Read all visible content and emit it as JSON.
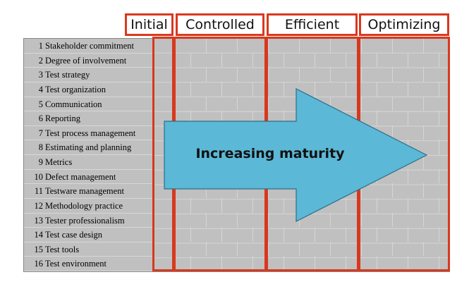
{
  "levels": [
    {
      "id": "initial",
      "label": "Initial"
    },
    {
      "id": "controlled",
      "label": "Controlled"
    },
    {
      "id": "efficient",
      "label": "Efficient"
    },
    {
      "id": "optimizing",
      "label": "Optimizing"
    }
  ],
  "key_areas": [
    {
      "num": "1",
      "label": "Stakeholder commitment"
    },
    {
      "num": "2",
      "label": "Degree of involvement"
    },
    {
      "num": "3",
      "label": "Test strategy"
    },
    {
      "num": "4",
      "label": "Test organization"
    },
    {
      "num": "5",
      "label": "Communication"
    },
    {
      "num": "6",
      "label": "Reporting"
    },
    {
      "num": "7",
      "label": "Test process management"
    },
    {
      "num": "8",
      "label": "Estimating and planning"
    },
    {
      "num": "9",
      "label": "Metrics"
    },
    {
      "num": "10",
      "label": "Defect management"
    },
    {
      "num": "11",
      "label": "Testware management"
    },
    {
      "num": "12",
      "label": "Methodology practice"
    },
    {
      "num": "13",
      "label": "Tester professionalism"
    },
    {
      "num": "14",
      "label": "Test case design"
    },
    {
      "num": "15",
      "label": "Test tools"
    },
    {
      "num": "16",
      "label": "Test environment"
    }
  ],
  "arrow": {
    "label": "Increasing maturity",
    "color": "#5bb8d6"
  },
  "colors": {
    "outline": "#d9381e",
    "grid": "#c0c0c0"
  }
}
